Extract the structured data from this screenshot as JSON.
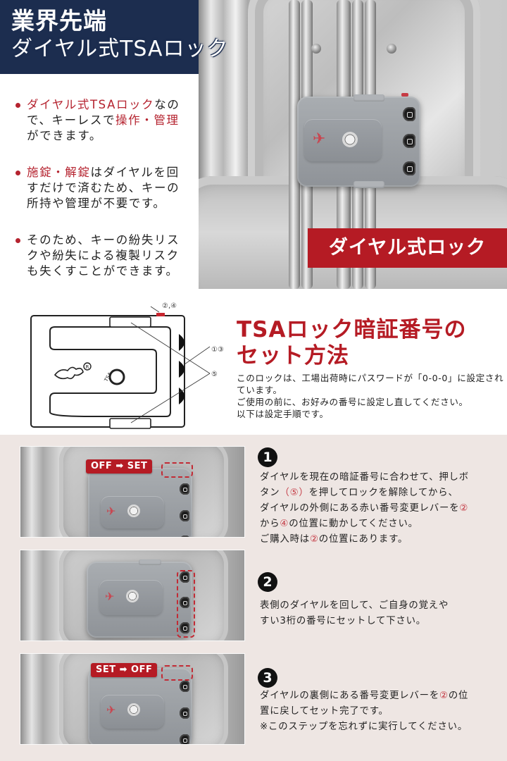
{
  "header": {
    "title_line1": "業界先端",
    "title_line2": "ダイヤル式TSAロック"
  },
  "features": [
    {
      "segments": [
        {
          "text": "ダイヤル式TSAロック",
          "highlight": true
        },
        {
          "text": "なので、キーレスで",
          "highlight": false
        },
        {
          "text": "操作・管理",
          "highlight": true
        },
        {
          "text": "ができます。",
          "highlight": false
        }
      ]
    },
    {
      "segments": [
        {
          "text": "施錠・解錠",
          "highlight": true
        },
        {
          "text": "はダイヤルを回すだけで済むため、キーの所持や管理が不要です。",
          "highlight": false
        }
      ]
    },
    {
      "segments": [
        {
          "text": "そのため、キーの紛失リスクや紛失による複製リスクも失くすことができます。",
          "highlight": false
        }
      ]
    }
  ],
  "hero": {
    "label": "ダイヤル式ロック"
  },
  "diagram": {
    "callouts": {
      "lever": "②,④",
      "dials": "①③",
      "button": "⑤"
    },
    "tsa_letters": "TSA",
    "safe_text": "Safe Safe"
  },
  "howto": {
    "title_line1": "TSAロック暗証番号の",
    "title_line2": "セット方法",
    "body_lines": [
      "このロックは、工場出荷時にパスワードが「0-0-0」に設定されています。",
      "ご使用の前に、お好みの番号に設定し直してください。",
      "以下は設定手順です。"
    ]
  },
  "steps": [
    {
      "number": "1",
      "badge": "OFF ➡ SET",
      "lines": [
        [
          {
            "t": "ダイヤルを現在の暗証番号に合わせて、押しボ"
          }
        ],
        [
          {
            "t": "タン"
          },
          {
            "t": "（⑤）",
            "c": true
          },
          {
            "t": "を押してロックを解除してから、"
          }
        ],
        [
          {
            "t": "ダイヤルの外側にある赤い番号変更レバーを"
          },
          {
            "t": "②",
            "c": true
          }
        ],
        [
          {
            "t": "から"
          },
          {
            "t": "④",
            "c": true
          },
          {
            "t": "の位置に動かしてください。"
          }
        ],
        [
          {
            "t": "ご購入時は"
          },
          {
            "t": "②",
            "c": true
          },
          {
            "t": "の位置にあります。"
          }
        ]
      ]
    },
    {
      "number": "2",
      "badge": "",
      "lines": [
        [
          {
            "t": "表側のダイヤルを回して、ご自身の覚えや"
          }
        ],
        [
          {
            "t": "すい3桁の番号にセットして下さい。"
          }
        ]
      ]
    },
    {
      "number": "3",
      "badge": "SET ➡ OFF",
      "lines": [
        [
          {
            "t": "ダイヤルの裏側にある番号変更レバーを"
          },
          {
            "t": "②",
            "c": true
          },
          {
            "t": "の位"
          }
        ],
        [
          {
            "t": "置に戻してセット完了です。"
          }
        ],
        [
          {
            "t": "※このステップを忘れずに実行してください。"
          }
        ]
      ]
    }
  ],
  "colors": {
    "navy": "#1c2d4f",
    "accent_red": "#b51b24",
    "steps_bg": "#eee6e3"
  }
}
